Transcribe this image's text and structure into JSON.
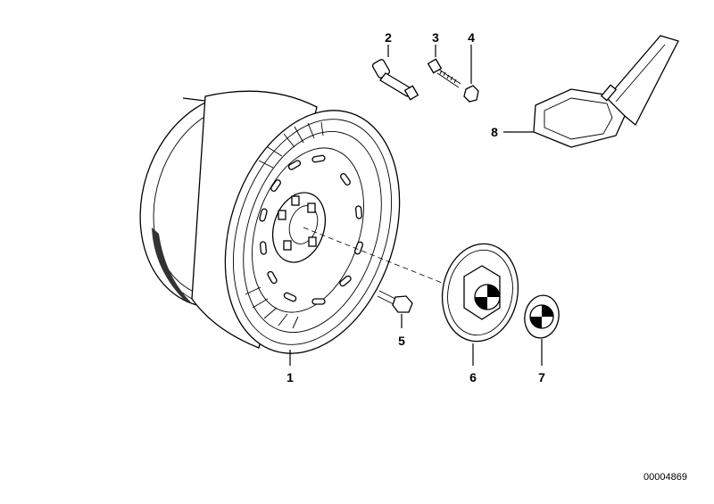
{
  "diagram": {
    "callouts": [
      {
        "id": "1",
        "label": "1"
      },
      {
        "id": "2",
        "label": "2"
      },
      {
        "id": "3",
        "label": "3"
      },
      {
        "id": "4",
        "label": "4"
      },
      {
        "id": "5",
        "label": "5"
      },
      {
        "id": "6",
        "label": "6"
      },
      {
        "id": "7",
        "label": "7"
      },
      {
        "id": "8",
        "label": "8"
      }
    ],
    "reference_number": "00004869"
  }
}
